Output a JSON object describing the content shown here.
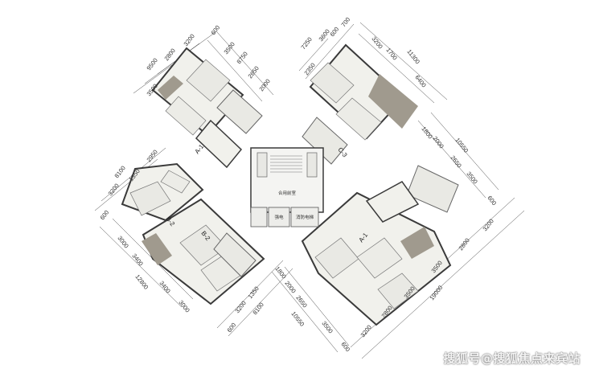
{
  "colors": {
    "wall": "#3a3a3a",
    "floor": "#f1f1ec",
    "room": "#e9e9e4",
    "balcony": "#a09a8e",
    "dimension": "#333333"
  },
  "unit_labels": [
    "A-1",
    "C-3",
    "B-2",
    "B-2",
    "A-1"
  ],
  "core": {
    "hall": "合用前室",
    "room_1": "强电",
    "room_2": "消防电梯"
  },
  "dimensions": {
    "nw_top_row_a": [
      "600",
      "3500",
      "8750",
      "2650",
      "2000"
    ],
    "nw_top_row_b": [
      "9500",
      "2800",
      "3200"
    ],
    "nw_top_row_c": [
      "3500"
    ],
    "ne_top_row_a": [
      "7250",
      "3600",
      "600",
      "700"
    ],
    "ne_top_row_b": [
      "2350"
    ],
    "ne_top_row_c": [
      "3200",
      "1700",
      "11300"
    ],
    "ne_top_row_d": [
      "6400"
    ],
    "ne_right": [
      "1800",
      "2000",
      "10550",
      "2650",
      "3500",
      "600"
    ],
    "w_left": [
      "8100",
      "2950",
      "3200",
      "1350",
      "600"
    ],
    "sw_left": [
      "3000",
      "3400",
      "12800",
      "3400",
      "3000"
    ],
    "sw_bottom": [
      "3200",
      "1350",
      "8100",
      "600"
    ],
    "s_center": [
      "1800",
      "2000",
      "2650",
      "10550",
      "3500",
      "600"
    ],
    "se_bottom": [
      "3200",
      "2800",
      "3500",
      "19000",
      "3500",
      "2800",
      "3200"
    ]
  },
  "watermark": "搜狐号@搜狐焦点来宾站"
}
